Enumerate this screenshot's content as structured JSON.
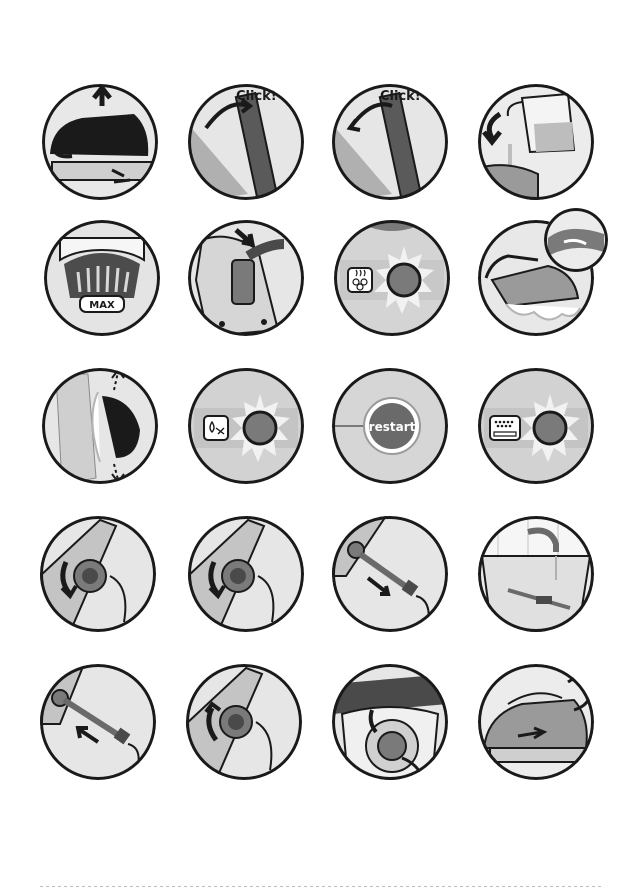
{
  "labels": {
    "click_1": "Click!",
    "click_2": "Click!",
    "max": "MAX",
    "restart": "restart"
  },
  "icons": {
    "r1": [
      "lift-iron-icon",
      "click-lock-icon",
      "click-release-icon",
      "fill-water-jug-icon"
    ],
    "r2": [
      "max-level-icon",
      "plug-hose-icon",
      "steam-ready-light-icon",
      "steam-ironing-icon"
    ],
    "r3": [
      "vertical-steam-icon",
      "water-empty-light-icon",
      "restart-button-icon",
      "anti-scale-light-icon"
    ],
    "r4": [
      "unscrew-cap-icon",
      "unscrew-cap-2-icon",
      "remove-rod-icon",
      "rinse-rod-icon"
    ],
    "r5": [
      "insert-rod-icon",
      "screw-cap-icon",
      "base-connection-icon",
      "storage-icon"
    ]
  },
  "colors": {
    "outline": "#1a1a1a",
    "fill_light": "#e6e6e6",
    "fill_mid": "#b0b0b0",
    "fill_dark": "#6a6a6a"
  }
}
